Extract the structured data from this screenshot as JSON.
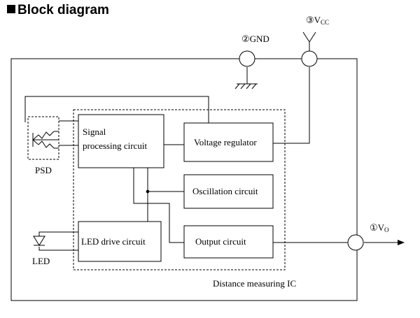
{
  "title": "Block diagram",
  "blocks": {
    "signal_processing": [
      "Signal",
      "processing circuit"
    ],
    "voltage_regulator": "Voltage regulator",
    "oscillation": "Oscillation circuit",
    "led_drive": "LED drive circuit",
    "output": "Output circuit"
  },
  "ic_label": "Distance measuring IC",
  "components": {
    "psd": "PSD",
    "led": "LED"
  },
  "pins": {
    "gnd": {
      "num": "②",
      "name": "GND"
    },
    "vcc": {
      "num": "③",
      "name": "V",
      "sub": "CC"
    },
    "vo": {
      "num": "①",
      "name": "V",
      "sub": "O"
    }
  }
}
